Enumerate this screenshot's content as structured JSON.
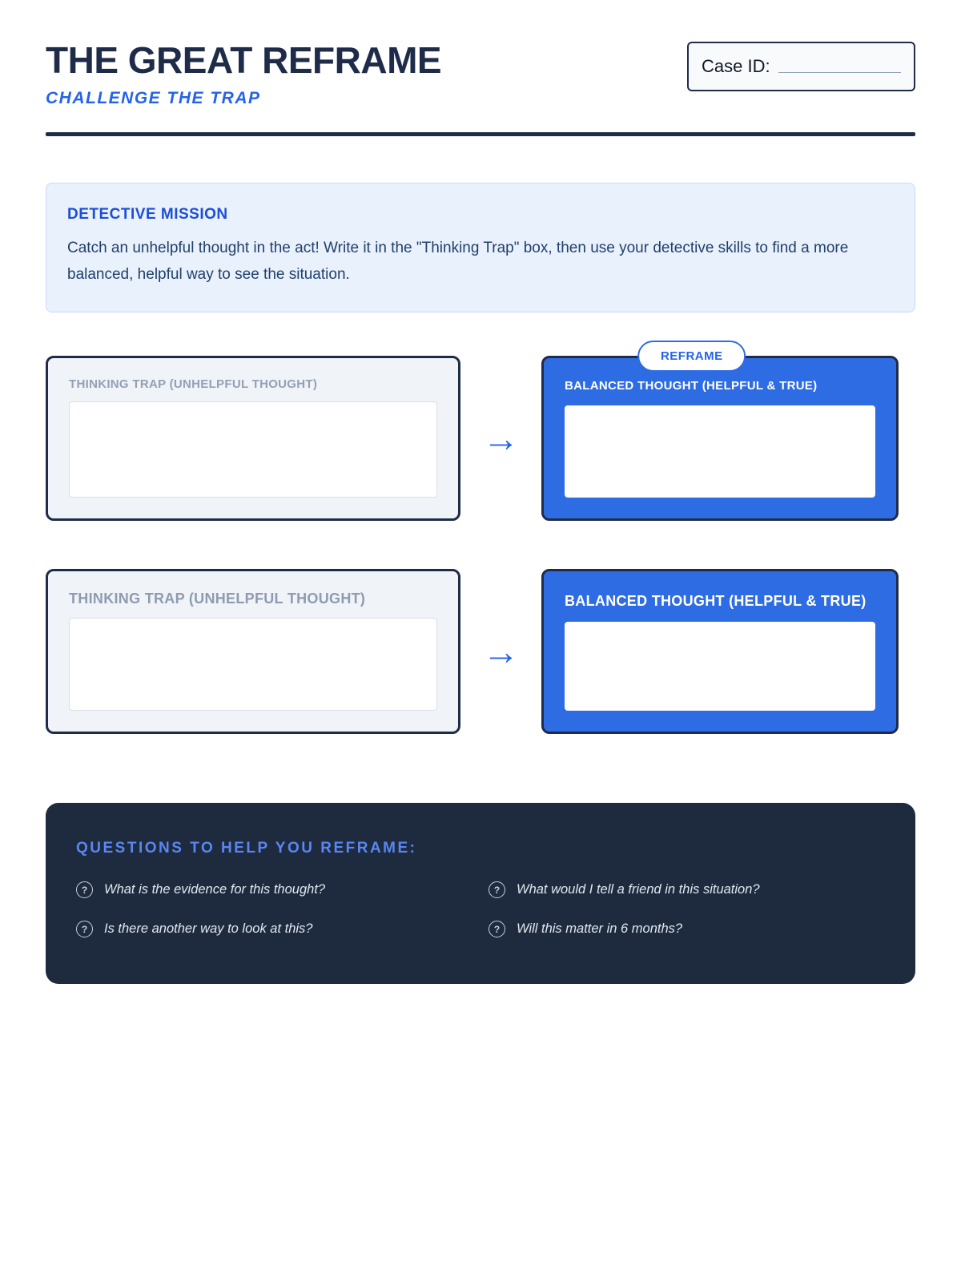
{
  "header": {
    "title": "THE GREAT REFRAME",
    "subtitle": "CHALLENGE THE TRAP",
    "case_id_label": "Case ID:"
  },
  "mission": {
    "heading": "DETECTIVE MISSION",
    "body": "Catch an unhelpful thought in the act! Write it in the \"Thinking Trap\" box, then use your detective skills to find a more balanced, helpful way to see the situation."
  },
  "reframe_badge": "REFRAME",
  "rows": [
    {
      "trap_label": "THINKING TRAP (UNHELPFUL THOUGHT)",
      "balanced_label": "BALANCED THOUGHT (HELPFUL & TRUE)"
    },
    {
      "trap_label": "THINKING TRAP (UNHELPFUL THOUGHT)",
      "balanced_label": "BALANCED THOUGHT (HELPFUL & TRUE)"
    }
  ],
  "questions_panel": {
    "heading": "QUESTIONS TO HELP YOU REFRAME:",
    "items": [
      "What is the evidence for this thought?",
      "What would I tell a friend in this situation?",
      "Is there another way to look at this?",
      "Will this matter in 6 months?"
    ]
  },
  "icons": {
    "arrow": "→",
    "question": "?"
  },
  "colors": {
    "navy": "#1f2c49",
    "panel-navy": "#1e2b3f",
    "blue": "#2563eb",
    "box-blue": "#2e6ce3",
    "mission-bg": "#e9f1fc",
    "mission-border": "#c9dbf5"
  }
}
